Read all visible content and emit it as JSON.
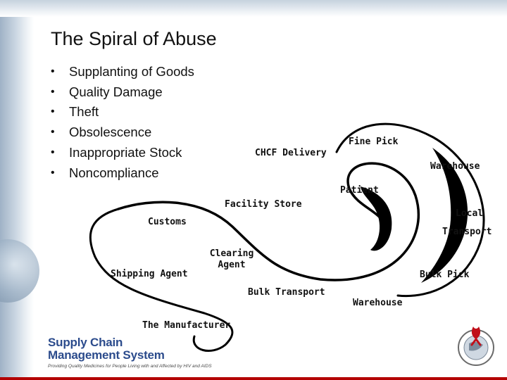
{
  "title": "The Spiral of Abuse",
  "bullets": [
    "Supplanting of Goods",
    "Quality Damage",
    "Theft",
    "Obsolescence",
    "Inappropriate Stock",
    "Noncompliance"
  ],
  "spiral_labels": {
    "fine_pick": "Fine Pick",
    "chcf_delivery": "CHCF Delivery",
    "warehouse_top": "Warehouse",
    "patient": "Patient",
    "facility_store": "Facility Store",
    "local": "Local",
    "transport": "Transport",
    "customs": "Customs",
    "clearing": "Clearing",
    "agent": "Agent",
    "shipping_agent": "Shipping Agent",
    "bulk_pick": "Bulk Pick",
    "bulk_transport": "Bulk Transport",
    "warehouse_bottom": "Warehouse",
    "manufacturer": "The Manufacturer"
  },
  "logo": {
    "line1": "Supply Chain",
    "line2": "Management System",
    "tagline": "Providing Quality Medicines for People Living with and Affected by HIV and AIDS"
  },
  "colors": {
    "logo_blue": "#2b4b8c",
    "accent_red": "#b30000",
    "spiral": "#000000"
  }
}
